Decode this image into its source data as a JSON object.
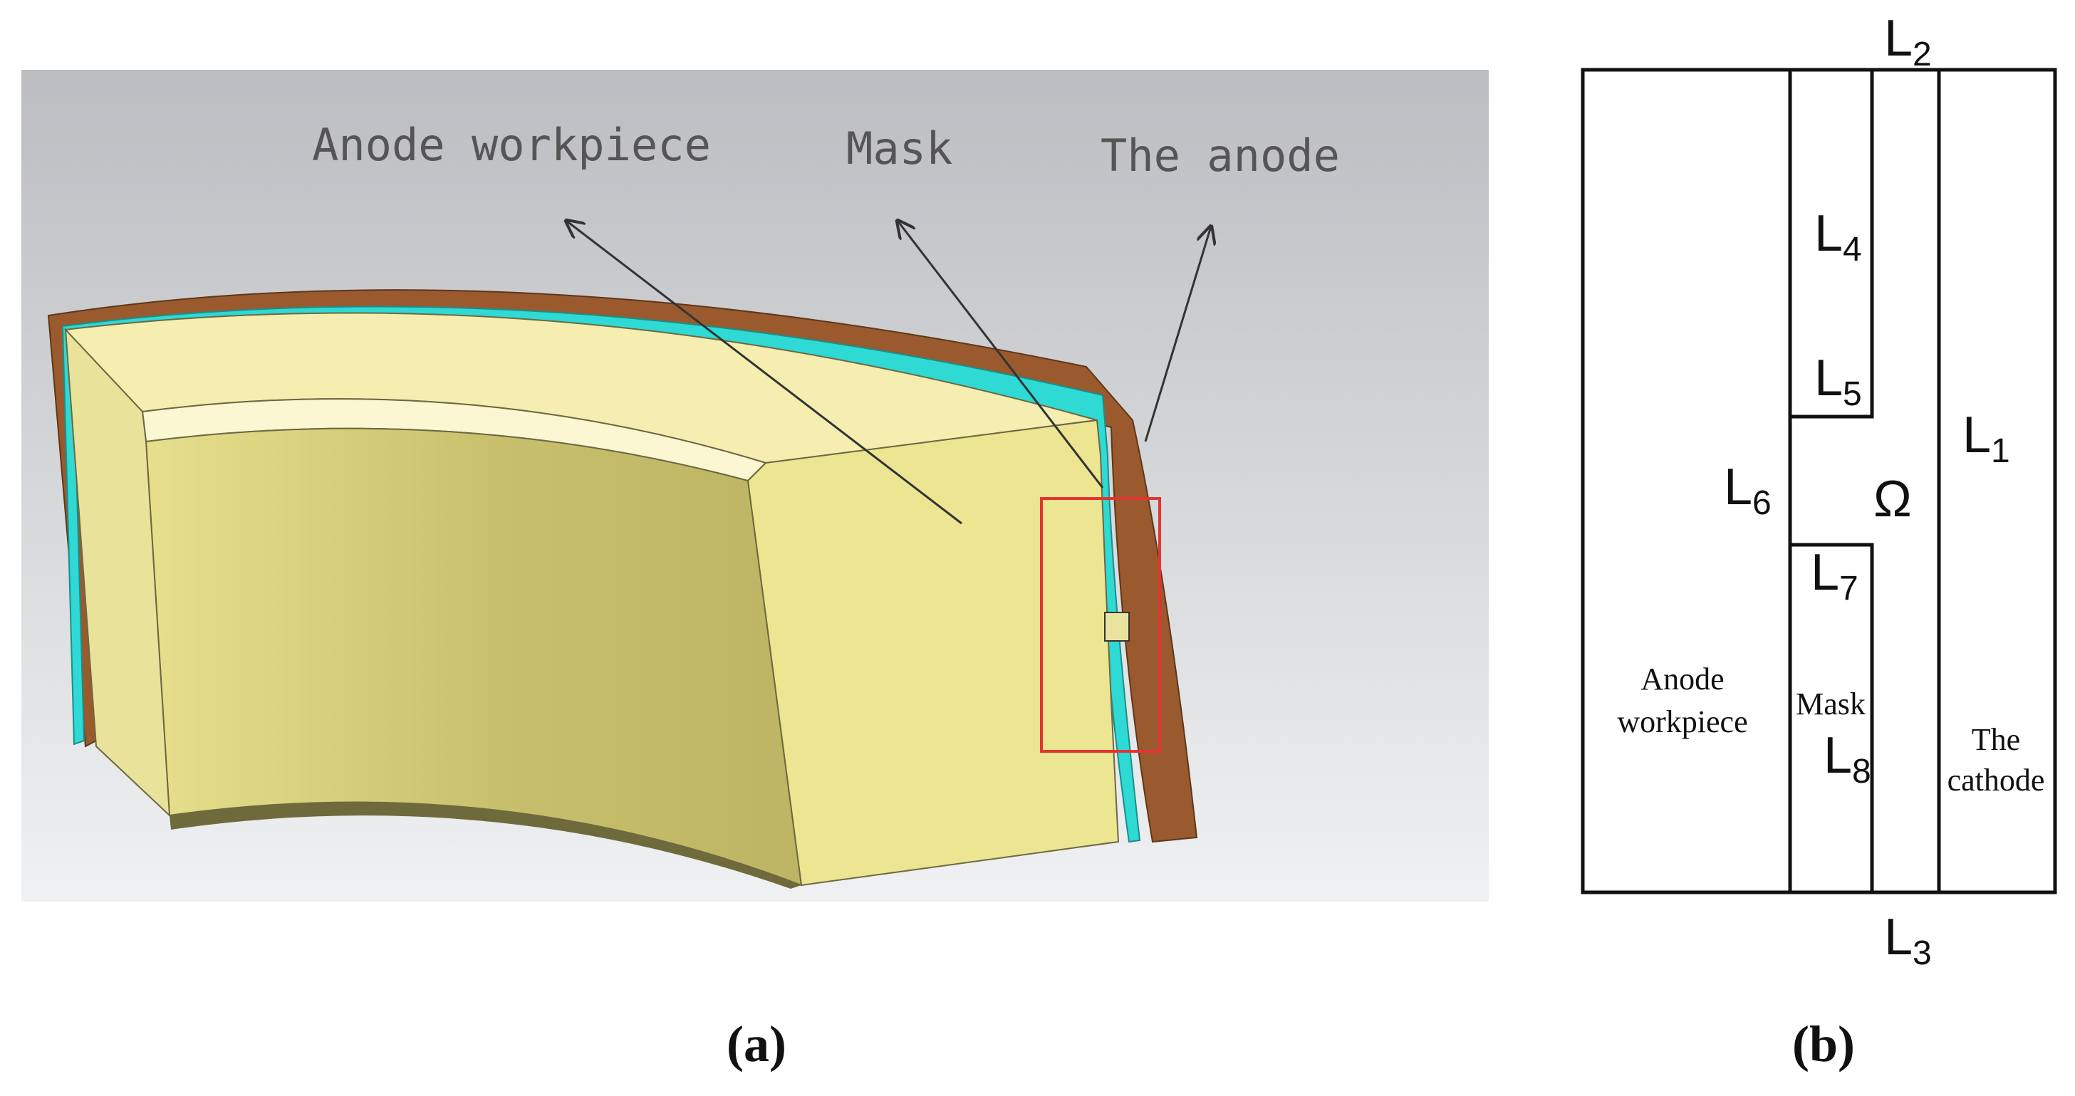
{
  "panel_a": {
    "labels": {
      "anode_workpiece": "Anode workpiece",
      "mask": "Mask",
      "the_anode": "The anode"
    },
    "caption": "(a)"
  },
  "panel_b": {
    "boundaries": {
      "l1": {
        "base": "L",
        "sub": "1"
      },
      "l2": {
        "base": "L",
        "sub": "2"
      },
      "l3": {
        "base": "L",
        "sub": "3"
      },
      "l4": {
        "base": "L",
        "sub": "4"
      },
      "l5": {
        "base": "L",
        "sub": "5"
      },
      "l6": {
        "base": "L",
        "sub": "6"
      },
      "l7": {
        "base": "L",
        "sub": "7"
      },
      "l8": {
        "base": "L",
        "sub": "8"
      }
    },
    "domain_symbol": "Ω",
    "regions": {
      "anode_workpiece": [
        "Anode",
        "workpiece"
      ],
      "mask": "Mask",
      "the_cathode": [
        "The",
        "cathode"
      ]
    },
    "caption": "(b)"
  },
  "colors": {
    "background_gradient_top": "#bdbec1",
    "background_gradient_bottom": "#eef0f2",
    "workpiece": "#eee79b",
    "workpiece_dark": "#c9c16f",
    "mask": "#2fd9d4",
    "anode": "#9a5a2e",
    "highlight_box": "#e3342f"
  }
}
